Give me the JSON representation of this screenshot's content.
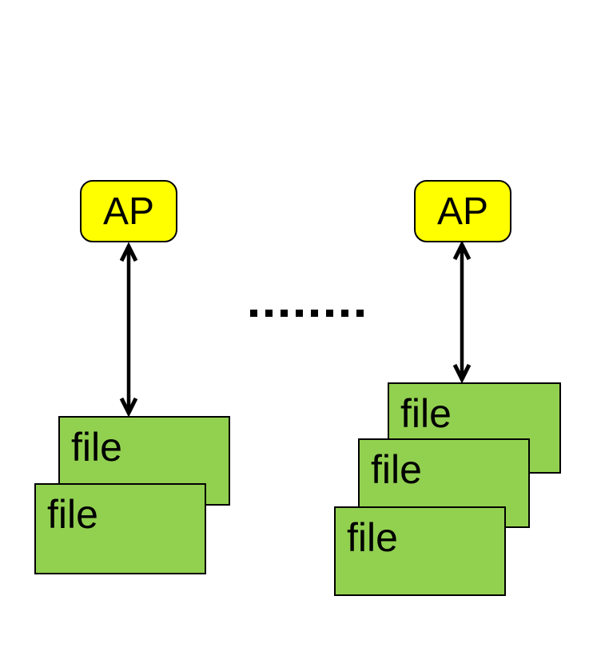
{
  "diagram": {
    "ap_left": {
      "label": "AP"
    },
    "ap_right": {
      "label": "AP"
    },
    "left_stack": {
      "files": [
        "file",
        "file"
      ]
    },
    "right_stack": {
      "files": [
        "file",
        "file",
        "file"
      ]
    },
    "separator": {
      "dot_count": 8
    }
  },
  "colors": {
    "background": "#ffffff",
    "ap_fill": "#ffff00",
    "file_fill": "#92d050",
    "stroke": "#000000",
    "text": "#000000"
  }
}
